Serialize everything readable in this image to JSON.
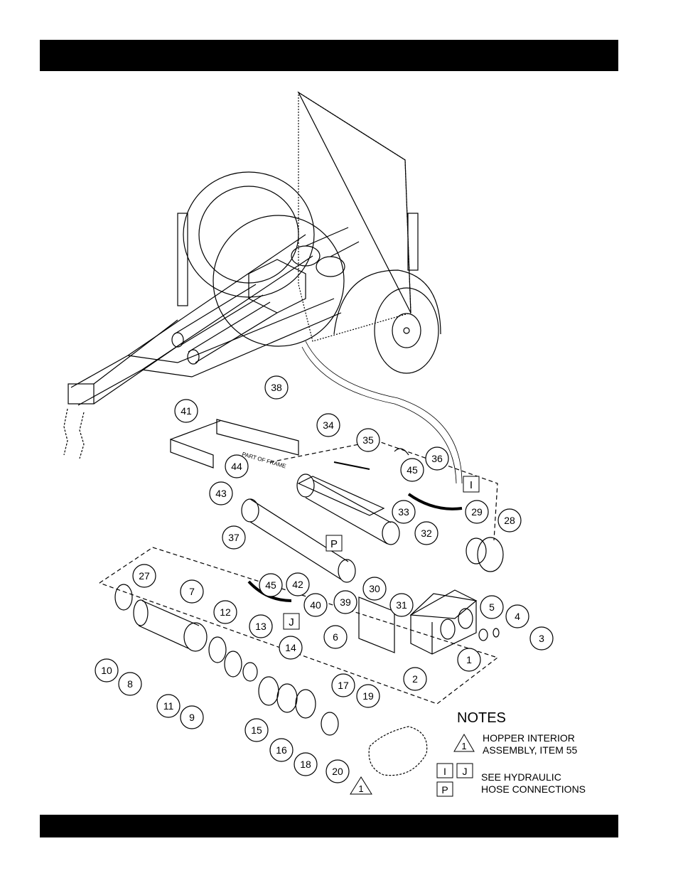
{
  "notes": {
    "title": "NOTES",
    "note1": {
      "symbol": "1",
      "line1": "HOPPER INTERIOR",
      "line2": "ASSEMBLY, ITEM 55"
    },
    "note2": {
      "box1": "I",
      "box2": "J",
      "box3": "P",
      "line1": "SEE HYDRAULIC",
      "line2": "HOSE CONNECTIONS"
    }
  },
  "frame_label": "PART OF FRAME",
  "callouts": [
    "1",
    "2",
    "3",
    "4",
    "5",
    "6",
    "7",
    "8",
    "9",
    "10",
    "11",
    "12",
    "13",
    "14",
    "15",
    "16",
    "17",
    "18",
    "19",
    "20",
    "27",
    "28",
    "29",
    "30",
    "31",
    "32",
    "33",
    "34",
    "35",
    "36",
    "37",
    "38",
    "39",
    "40",
    "41",
    "42",
    "43",
    "44",
    "45",
    "45"
  ],
  "connection_labels": [
    "I",
    "J",
    "P"
  ],
  "triangle_label": "1"
}
